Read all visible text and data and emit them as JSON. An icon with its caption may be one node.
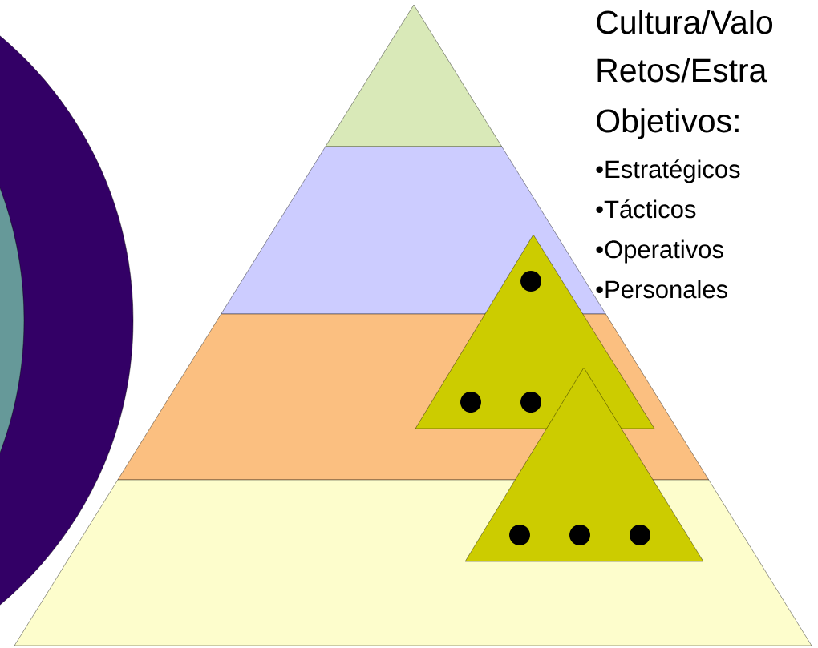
{
  "diagram": {
    "labels": [
      "Cultura/Valo",
      "Retos/Estra",
      "Objetivos:",
      "•Estratégicos",
      "•Tácticos",
      "•Operativos",
      "•Personales"
    ]
  }
}
